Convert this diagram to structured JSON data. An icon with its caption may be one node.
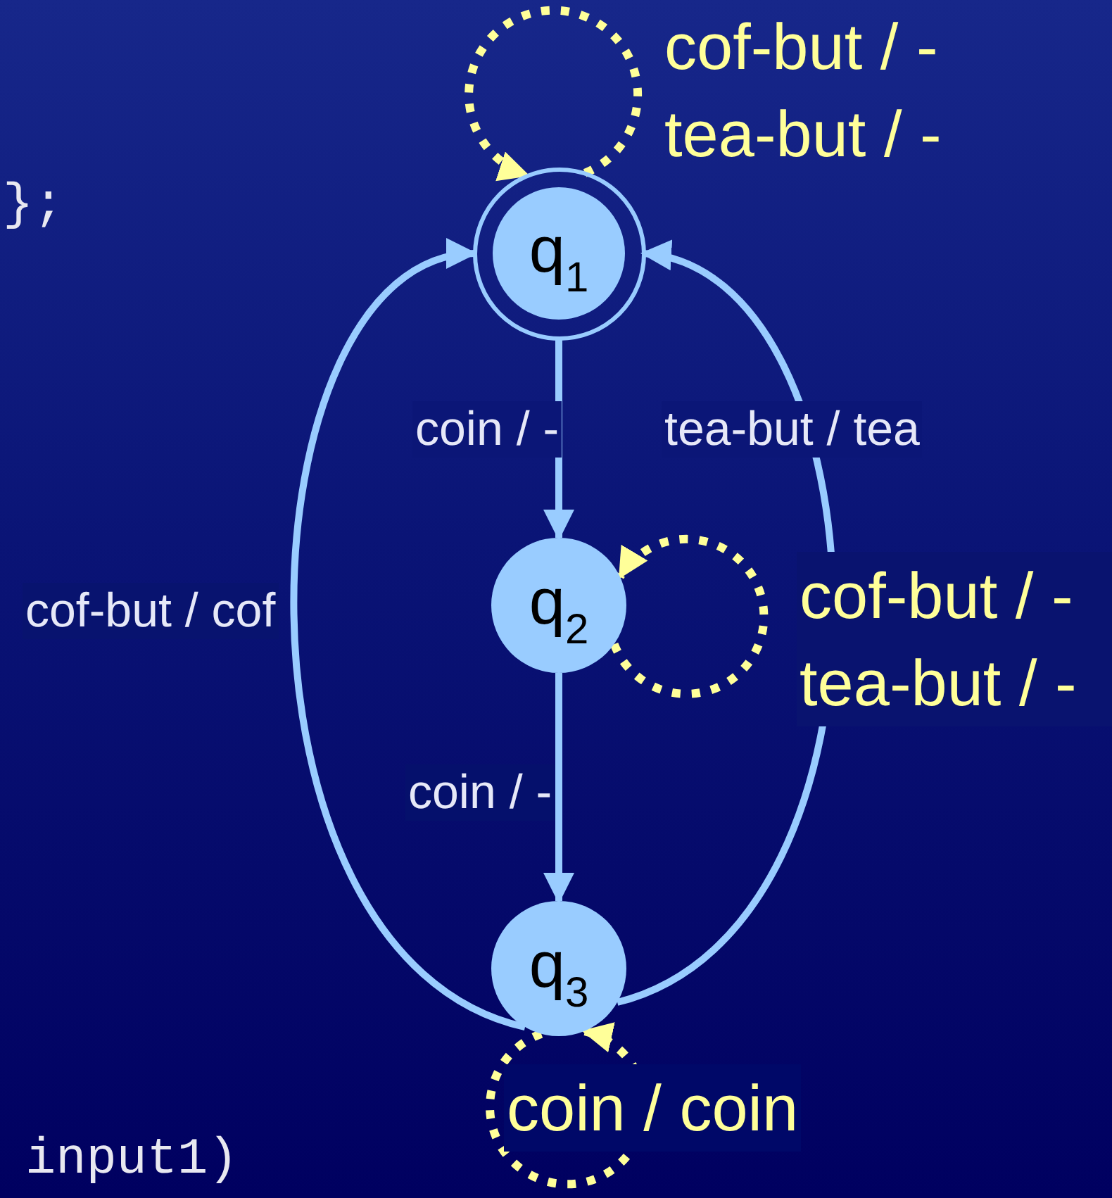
{
  "diagram": {
    "nodes": [
      {
        "text": [
          "q$_{1}$"
        ]
      },
      {
        "text": [
          "q$_{2}$"
        ]
      },
      {
        "text": [
          "q$_{3}$"
        ]
      }
    ],
    "edges": [
      {
        "from": 0,
        "to": 1,
        "arrow": "to",
        "label": "coin / -"
      },
      {
        "from": 1,
        "to": 2,
        "arrow": "to",
        "label": "coin / -"
      },
      {
        "from": 2,
        "to": 0,
        "arrow": "to",
        "label": "cof-but / cof"
      },
      {
        "from": 2,
        "to": 0,
        "arrow": "to",
        "label": "tea-but / tea"
      },
      {
        "from": 0,
        "to": 0,
        "arrow": "to",
        "label": "cof-but / - tea-but / -",
        "style": "dashed",
        "color": "#ffff99"
      },
      {
        "from": 1,
        "to": 1,
        "arrow": "to",
        "label": "cof-but / - tea-but / -",
        "style": "dashed",
        "color": "#ffff99"
      },
      {
        "from": 2,
        "to": 2,
        "arrow": "to",
        "label": "coin / coin",
        "style": "dashed",
        "color": "#ffff99"
      }
    ],
    "labels": [
      "};",
      "input1)"
    ]
  }
}
